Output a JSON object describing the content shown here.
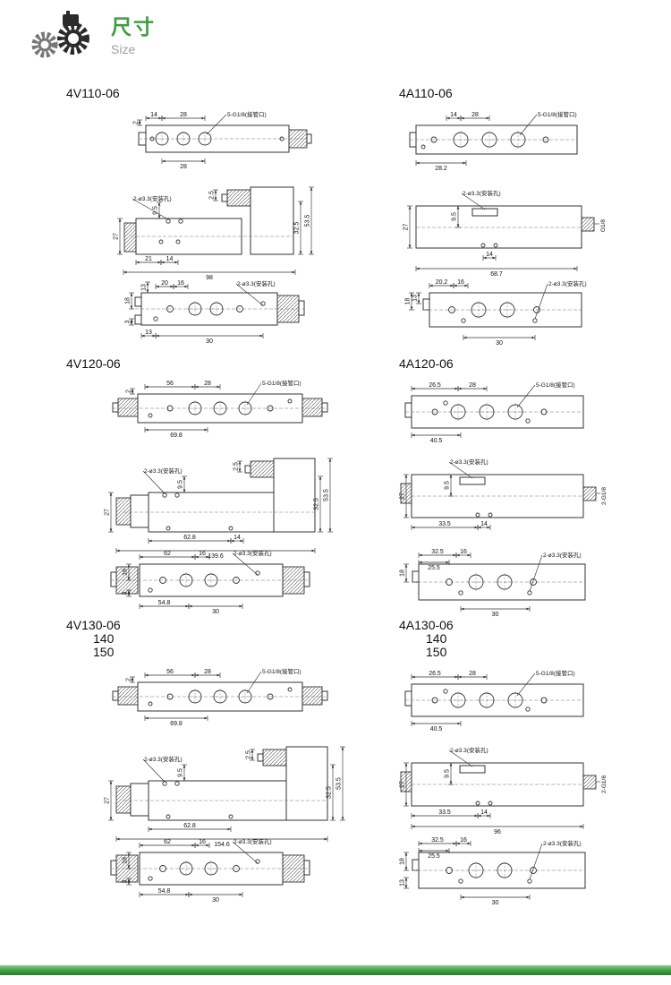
{
  "header": {
    "title_cn": "尺寸",
    "title_en": "Size"
  },
  "footer": {
    "accent_green": "#3f9e3f"
  },
  "groups": [
    {
      "kind": "V1",
      "title": "4V110-06",
      "extra": [],
      "labels": {
        "port": "5-G1/8(接管口)",
        "mount": "2-ø3.3(安装孔)",
        "top": [
          "14",
          "28",
          "2",
          "28"
        ],
        "front": [
          "9.5",
          "2.5",
          "32.5",
          "53.5",
          "27",
          "21",
          "14",
          "98"
        ],
        "bottom": [
          "13",
          "20",
          "16",
          "18",
          "3",
          "13",
          "30"
        ]
      }
    },
    {
      "kind": "A1",
      "title": "4A110-06",
      "extra": [],
      "labels": {
        "port": "5-G1/8(接管口)",
        "mount": "2-ø3.3(安装孔)",
        "side": "G1/8",
        "top": [
          "14",
          "28",
          "28.2"
        ],
        "front": [
          "9.5",
          "27",
          "14",
          "68.7"
        ],
        "bottom": [
          "20.2",
          "16",
          "13",
          "18",
          "30"
        ]
      }
    },
    {
      "kind": "V2",
      "title": "4V120-06",
      "extra": [],
      "labels": {
        "port": "5-G1/8(接管口)",
        "mount": "2-ø3.3(安装孔)",
        "top": [
          "56",
          "28",
          "2",
          "69.8"
        ],
        "front": [
          "9.5",
          "2.5",
          "32.5",
          "53.5",
          "27",
          "62.8",
          "14",
          "139.6"
        ],
        "bottom": [
          "62",
          "16",
          "18",
          "3",
          "54.8",
          "30"
        ]
      }
    },
    {
      "kind": "A2",
      "title": "4A120-06",
      "extra": [],
      "labels": {
        "port": "5-G1/8(接管口)",
        "mount": "2-ø3.3(安装孔)",
        "side": "2-G1/8",
        "top": [
          "26.5",
          "28",
          "40.5"
        ],
        "front": [
          "9.5",
          "27",
          "33.5",
          "14"
        ],
        "bottom": [
          "32.5",
          "16",
          "25.5",
          "18",
          "30"
        ]
      }
    },
    {
      "kind": "V3",
      "title": "4V130-06",
      "extra": [
        "140",
        "150"
      ],
      "labels": {
        "port": "5-G1/8(接管口)",
        "mount": "2-ø3.3(安装孔)",
        "top": [
          "56",
          "28",
          "2",
          "69.8"
        ],
        "front": [
          "9.5",
          "2.5",
          "32.5",
          "53.5",
          "27",
          "62.8",
          "154.6"
        ],
        "bottom": [
          "62",
          "16",
          "18",
          "3",
          "54.8",
          "30"
        ]
      }
    },
    {
      "kind": "A3",
      "title": "4A130-06",
      "extra": [
        "140",
        "150"
      ],
      "labels": {
        "port": "5-G1/8(接管口)",
        "mount": "2-ø3.3(安装孔)",
        "side": "2-G1/8",
        "top": [
          "26.5",
          "28",
          "40.5"
        ],
        "front": [
          "9.5",
          "27",
          "33.5",
          "14",
          "96"
        ],
        "bottom": [
          "32.5",
          "16",
          "25.5",
          "18",
          "30",
          "13"
        ]
      }
    }
  ]
}
